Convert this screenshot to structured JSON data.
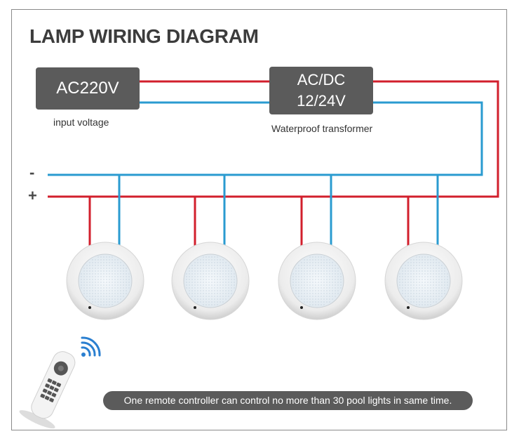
{
  "title": "LAMP WIRING DIAGRAM",
  "input_box": {
    "label": "AC220V",
    "caption": "input voltage"
  },
  "transformer_box": {
    "line1": "AC/DC",
    "line2": "12/24V",
    "caption": "Waterproof transformer"
  },
  "bus": {
    "negative_label": "-",
    "positive_label": "+"
  },
  "lamps": [
    {
      "name": "pool-light-1"
    },
    {
      "name": "pool-light-2"
    },
    {
      "name": "pool-light-3"
    },
    {
      "name": "pool-light-4"
    }
  ],
  "remote_icon": "remote-controller-icon",
  "signal_icon": "wireless-signal-icon",
  "note": "One remote controller can control no more than 30 pool lights in same time.",
  "colors": {
    "positive_wire": "#d21f2c",
    "negative_wire": "#2a9bd0",
    "box_bg": "#5b5b5b"
  }
}
